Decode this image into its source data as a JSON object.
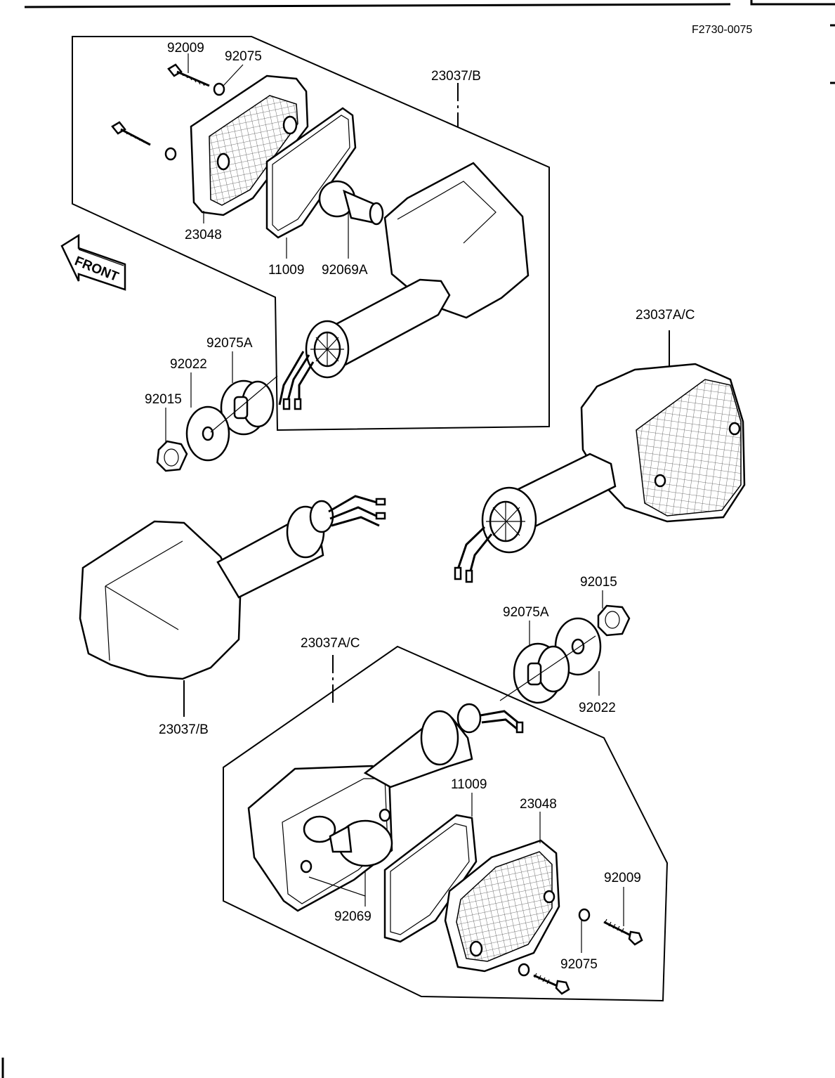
{
  "diagram_code": "F2730-0075",
  "front_label": "FRONT",
  "callouts": {
    "tl_screw": "92009",
    "tl_washer": "92075",
    "tl_turn_signal": "23037/B",
    "tl_lens": "23048",
    "tl_gasket": "11009",
    "tl_bulb": "92069A",
    "ml_grommet": "92075A",
    "ml_washer": "92022",
    "ml_nut": "92015",
    "r_turn_signal": "23037A/C",
    "l_turn_signal": "23037/B",
    "r_nut": "92015",
    "r_grommet": "92075A",
    "r_washer": "92022",
    "b_turn_signal": "23037A/C",
    "b_gasket": "11009",
    "b_lens": "23048",
    "b_screw": "92009",
    "b_bulb": "92069",
    "b_washer": "92075"
  }
}
